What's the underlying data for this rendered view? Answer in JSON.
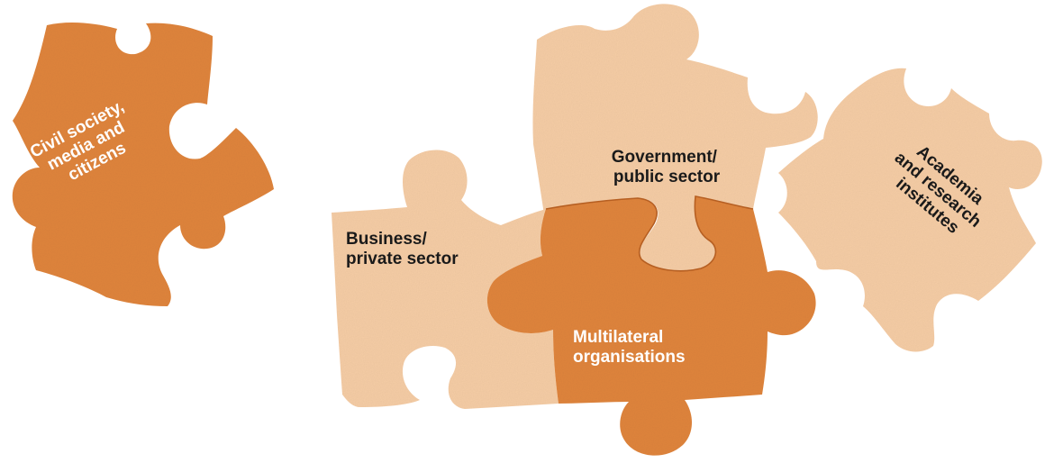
{
  "diagram": {
    "pieces": [
      {
        "id": "civil-society",
        "label_lines": [
          "Civil society,",
          "media and",
          "citizens"
        ],
        "fill": "#E0853E",
        "text_color": "#FFFFFF"
      },
      {
        "id": "government",
        "label_lines": [
          "Government/",
          "public sector"
        ],
        "fill": "#F6CDA6",
        "text_color": "#1A1A1A"
      },
      {
        "id": "business",
        "label_lines": [
          "Business/",
          "private sector"
        ],
        "fill": "#F6CDA6",
        "text_color": "#1A1A1A"
      },
      {
        "id": "multilateral",
        "label_lines": [
          "Multilateral",
          "organisations"
        ],
        "fill": "#E0853E",
        "text_color": "#FFFFFF"
      },
      {
        "id": "academia",
        "label_lines": [
          "Academia",
          "and research",
          "institutes"
        ],
        "fill": "#F6CDA6",
        "text_color": "#1A1A1A"
      }
    ]
  }
}
